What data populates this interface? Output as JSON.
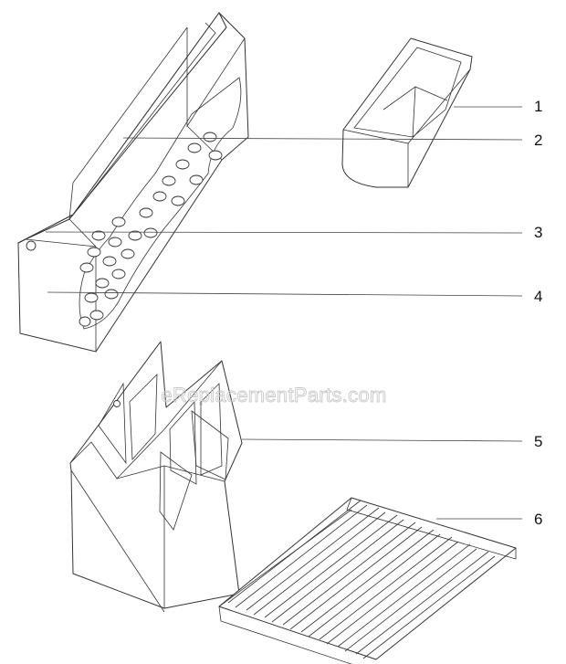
{
  "watermark": "eReplacementParts.com",
  "callouts": {
    "c1": "1",
    "c2": "2",
    "c3": "3",
    "c4": "4",
    "c5": "5",
    "c6": "6"
  }
}
